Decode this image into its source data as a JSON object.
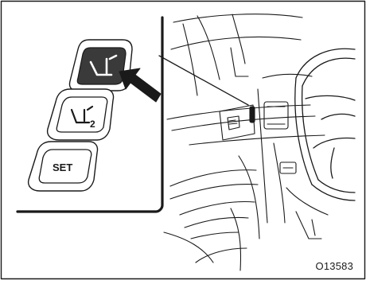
{
  "figure": {
    "code": "O13583",
    "buttons": [
      {
        "name": "memory-1",
        "icon": "seat-memory-1-icon",
        "highlighted": true
      },
      {
        "name": "memory-2",
        "icon": "seat-memory-2-icon",
        "highlighted": false
      },
      {
        "name": "set",
        "icon": "set-icon",
        "label": "SET",
        "highlighted": false
      }
    ],
    "button2_digit": "2",
    "colors": {
      "line": "#1a1a1a",
      "highlight": "#3a3a3a",
      "background": "#ffffff"
    }
  }
}
